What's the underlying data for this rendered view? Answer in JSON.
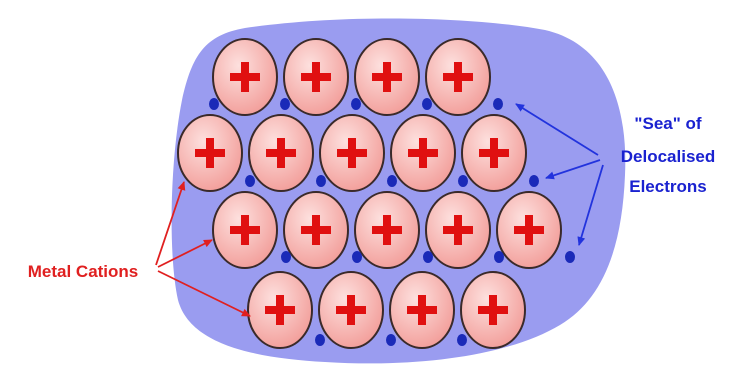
{
  "labels": {
    "sea_line1": "\"Sea\" of",
    "sea_line2": "Delocalised",
    "sea_line3": "Electrons",
    "cations": "Metal Cations"
  },
  "symbols": {
    "cation_charge": "+"
  },
  "lattice": {
    "row_counts": [
      4,
      5,
      5,
      4
    ]
  },
  "colors": {
    "sea": "#9a9cf0",
    "cation_fill": "#f7b3b0",
    "cation_outline": "#3a2a2a",
    "plus": "#e01010",
    "electron": "#1a2ab8",
    "sea_label": "#1a22d0",
    "cation_label": "#e02020",
    "blue_arrow": "#2233dd",
    "red_arrow": "#e02020"
  }
}
